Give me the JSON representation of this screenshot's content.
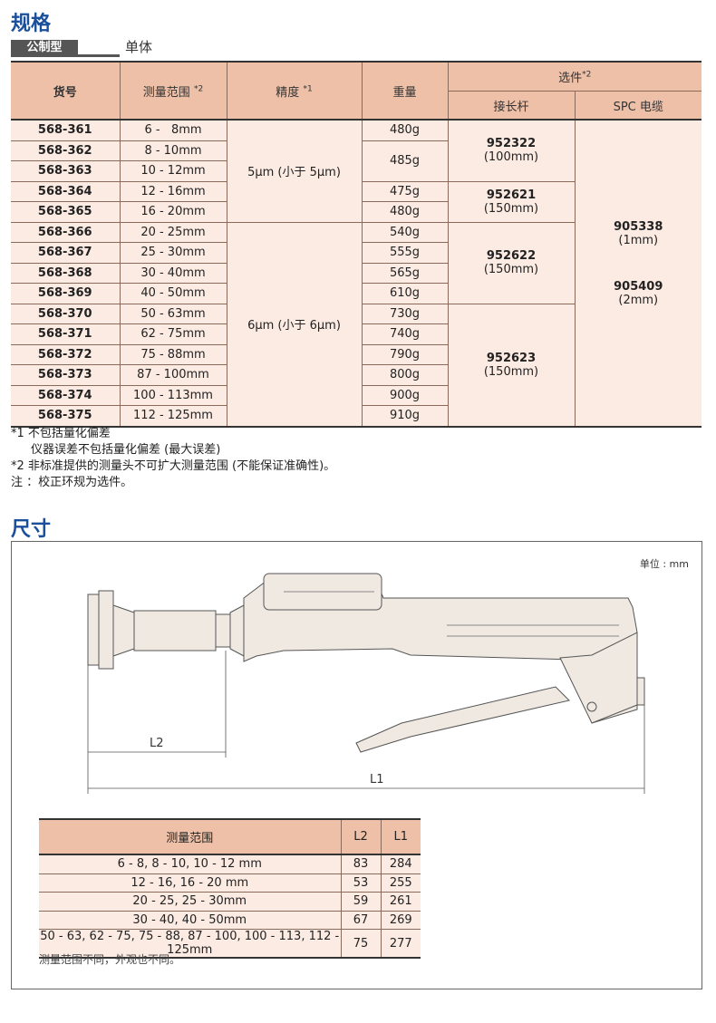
{
  "section1_title": "规格",
  "tag": "公制型",
  "subtitle": "单体",
  "spec_table": {
    "headers": {
      "code": "货号",
      "range": "测量范围",
      "range_note": "*2",
      "accuracy": "精度",
      "accuracy_note": "*1",
      "weight": "重量",
      "options": "选件",
      "options_note": "*2",
      "rod": "接长杆",
      "cable": "SPC 电缆"
    },
    "rows": [
      {
        "code": "568-361",
        "range": "6 -   8mm"
      },
      {
        "code": "568-362",
        "range": "8 - 10mm"
      },
      {
        "code": "568-363",
        "range": "10 - 12mm"
      },
      {
        "code": "568-364",
        "range": "12 - 16mm"
      },
      {
        "code": "568-365",
        "range": "16 - 20mm"
      },
      {
        "code": "568-366",
        "range": "20 - 25mm"
      },
      {
        "code": "568-367",
        "range": "25 - 30mm"
      },
      {
        "code": "568-368",
        "range": "30 - 40mm"
      },
      {
        "code": "568-369",
        "range": "40 - 50mm"
      },
      {
        "code": "568-370",
        "range": "50 - 63mm"
      },
      {
        "code": "568-371",
        "range": "62 - 75mm"
      },
      {
        "code": "568-372",
        "range": "75 - 88mm"
      },
      {
        "code": "568-373",
        "range": "87 - 100mm"
      },
      {
        "code": "568-374",
        "range": "100 - 113mm"
      },
      {
        "code": "568-375",
        "range": "112 - 125mm"
      }
    ],
    "accuracy": [
      "5μm (小于 5μm)",
      "6μm (小于 6μm)"
    ],
    "weights": [
      "480g",
      "485g",
      "475g",
      "480g",
      "540g",
      "555g",
      "565g",
      "610g",
      "730g",
      "740g",
      "790g",
      "800g",
      "900g",
      "910g"
    ],
    "rods": [
      {
        "pn": "952322",
        "len": "(100mm)"
      },
      {
        "pn": "952621",
        "len": "(150mm)"
      },
      {
        "pn": "952622",
        "len": "(150mm)"
      },
      {
        "pn": "952623",
        "len": "(150mm)"
      }
    ],
    "cables": [
      {
        "pn": "905338",
        "len": "(1mm)"
      },
      {
        "pn": "905409",
        "len": "(2mm)"
      }
    ]
  },
  "notes": [
    "*1 不包括量化偏差",
    "仪器误差不包括量化偏差 (最大误差)",
    "*2 非标准提供的测量头不可扩大测量范围 (不能保证准确性)。",
    "注 ：校正环规为选件。"
  ],
  "section2_title": "尺寸",
  "unit": "单位 : mm",
  "drawing": {
    "l2": "L2",
    "l1": "L1"
  },
  "dim_table": {
    "headers": [
      "测量范围",
      "L2",
      "L1"
    ],
    "rows": [
      [
        "6 - 8, 8 - 10, 10 - 12 mm",
        "83",
        "284"
      ],
      [
        "12 - 16, 16 - 20 mm",
        "53",
        "255"
      ],
      [
        "20 - 25, 25 - 30mm",
        "59",
        "261"
      ],
      [
        "30 - 40, 40 - 50mm",
        "67",
        "269"
      ],
      [
        "50 - 63, 62 - 75, 75 - 88, 87 - 100, 100 - 113, 112 - 125mm",
        "75",
        "277"
      ]
    ],
    "note": "测量范围不同，外观也不同。"
  }
}
